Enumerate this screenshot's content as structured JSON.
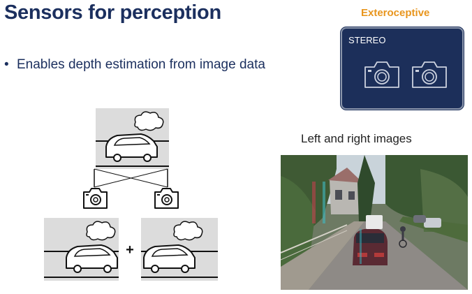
{
  "slide": {
    "title": "Sensors for perception",
    "bullet_marker": "•",
    "bullet_text": "Enables depth estimation from image data"
  },
  "sensor_panel": {
    "category": "Exteroceptive",
    "label": "STEREO",
    "icons": [
      "camera-icon",
      "camera-icon"
    ],
    "colors": {
      "category": "#e8951d",
      "panel_bg": "#1c2f5a",
      "panel_border": "#8a95aa"
    }
  },
  "stereo_example": {
    "caption": "Left and right images",
    "image": "anaglyph street scene"
  },
  "diagram": {
    "operator": "+",
    "icons": [
      "cloud-icon",
      "car-icon",
      "camera-icon",
      "camera-icon",
      "cloud-icon",
      "car-icon",
      "cloud-icon",
      "car-icon"
    ]
  }
}
